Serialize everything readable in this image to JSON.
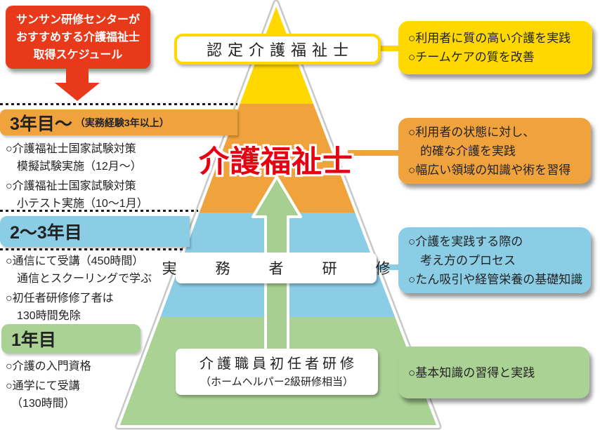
{
  "promo": {
    "lines": [
      "サンサン研修センターが",
      "おすすめする介護福祉士",
      "取得スケジュール"
    ]
  },
  "left_sections": [
    {
      "title": "3年目〜",
      "note": "（実務経験3年以上）",
      "items": [
        [
          "○介護福祉士国家試験対策",
          "　模擬試験実施（12月〜）"
        ],
        [
          "○介護福祉士国家試験対策",
          "　小テスト実施（10〜1月）"
        ]
      ]
    },
    {
      "title": "2〜3年目",
      "note": "",
      "items": [
        [
          "○通信にて受講（450時間）",
          "　通信とスクーリングで学ぶ"
        ],
        [
          "○初任者研修修了者は",
          "　130時間免除"
        ]
      ]
    },
    {
      "title": "1年目",
      "note": "",
      "items": [
        [
          "○介護の入門資格"
        ],
        [
          "○通学にて受講",
          "　（130時間）"
        ]
      ]
    }
  ],
  "pyramid_labels": {
    "certified": "認定介護福祉士",
    "kaigofukushishi": "介護福祉士",
    "jitsumusha": "実　務　者　研　修",
    "shoninsha_line1": "介護職員初任者研修",
    "shoninsha_line2": "（ホームヘルパー2級研修相当）"
  },
  "callouts": [
    {
      "lines": [
        "○利用者に質の高い介護を実践",
        "○チームケアの質を改善"
      ]
    },
    {
      "lines": [
        "○利用者の状態に対し、",
        "　的確な介護を実践",
        "○幅広い領域の知識や術を習得"
      ]
    },
    {
      "lines": [
        "○介護を実践する際の",
        "　考え方のプロセス",
        "○たん吸引や経管栄養の基礎知識"
      ]
    },
    {
      "lines": [
        "○基本知識の習得と実践"
      ]
    }
  ],
  "colors": {
    "promo_red": "#e8391a",
    "title_red": "#e60012",
    "level_yellow": "#ffd800",
    "level_orange": "#f0a33c",
    "level_blue": "#8ccde6",
    "level_green": "#a9d294",
    "pyramid_border_gray": "#c8c8c8"
  }
}
